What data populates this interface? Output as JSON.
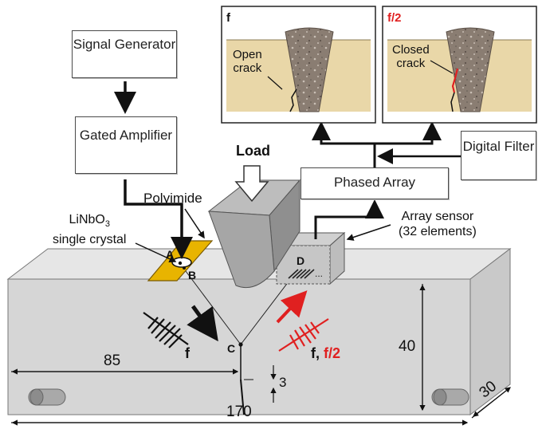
{
  "boxes": {
    "signal_generator": "Signal Generator",
    "gated_amplifier": "Gated Amplifier",
    "phased_array": "Phased Array",
    "digital_filter": "Digital Filter"
  },
  "labels": {
    "load": "Load",
    "polyimide": "Polyimide",
    "linbo3_line1": "LiNbO",
    "linbo3_sub": "3",
    "linbo3_line2": "single crystal",
    "array_sensor_line1": "Array sensor",
    "array_sensor_line2": "(32 elements)",
    "point_a": "A",
    "point_b": "B",
    "point_c": "C",
    "point_d": "D",
    "wave_f_left": "f",
    "wave_f_right": "f,",
    "wave_f2_right": "f/2"
  },
  "insets": {
    "left": {
      "title": "f",
      "crack_label_1": "Open",
      "crack_label_2": "crack"
    },
    "right": {
      "title": "f/2",
      "crack_label_1": "Closed",
      "crack_label_2": "crack"
    }
  },
  "dimensions": {
    "crack_position": "85",
    "span": "170",
    "height": "40",
    "depth": "30",
    "notch": "3"
  },
  "colors": {
    "specimen_front": "#d6d6d6",
    "specimen_top": "#e6e6e6",
    "transducer": "#e8b400",
    "highlight_red": "#e02020",
    "inset_background": "#e9d7a8",
    "weld": "#8a7d72"
  }
}
